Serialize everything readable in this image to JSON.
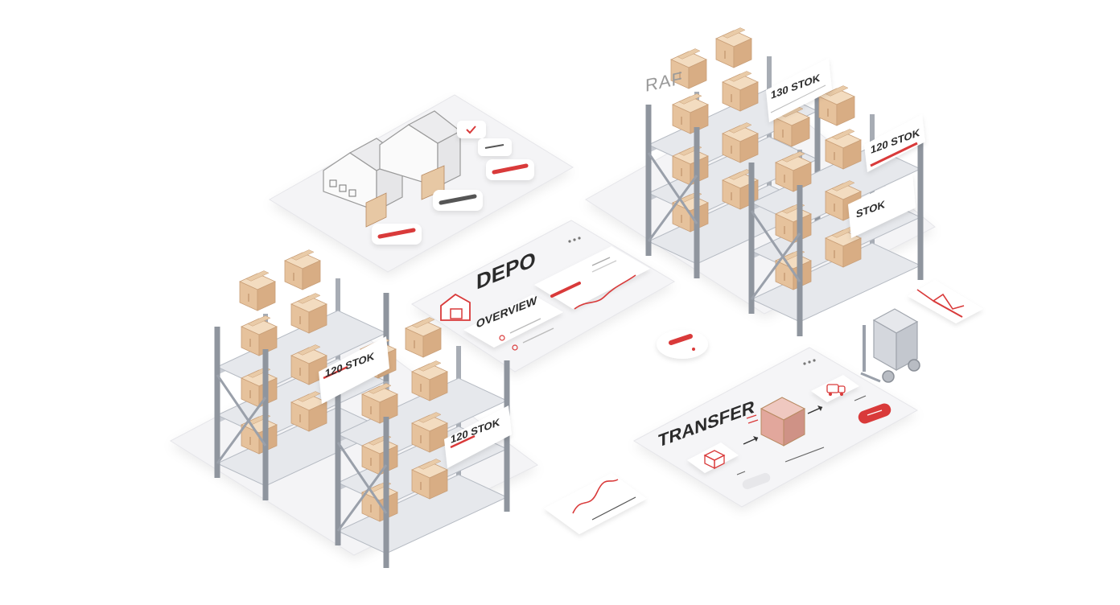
{
  "scene": {
    "raf_title": "RAF",
    "depo_title": "DEPO",
    "overview_label": "OVERVIEW",
    "transfer_title": "TRANSFER",
    "stock_labels": {
      "raf_a": "130 STOK",
      "raf_b": "120 STOK",
      "raf_c": "STOK",
      "left_a": "120 STOK",
      "left_b": "120 STOK"
    },
    "colors": {
      "accent_red": "#d93a3a",
      "box_tan": "#e8c9a4",
      "box_shadow": "#d4ad84",
      "rack_gray": "#9aa0aa",
      "platform": "#f1f1f3",
      "card": "#ffffff"
    }
  }
}
